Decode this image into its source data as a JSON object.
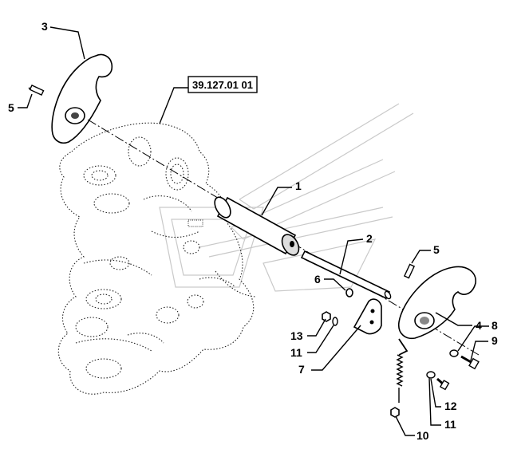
{
  "reference_box": {
    "label": "39.127.01 01"
  },
  "callouts": [
    {
      "id": "c1",
      "label": "1"
    },
    {
      "id": "c2",
      "label": "2"
    },
    {
      "id": "c3",
      "label": "3"
    },
    {
      "id": "c4",
      "label": "4"
    },
    {
      "id": "c5a",
      "label": "5"
    },
    {
      "id": "c5b",
      "label": "5"
    },
    {
      "id": "c6",
      "label": "6"
    },
    {
      "id": "c7",
      "label": "7"
    },
    {
      "id": "c8",
      "label": "8"
    },
    {
      "id": "c9",
      "label": "9"
    },
    {
      "id": "c10",
      "label": "10"
    },
    {
      "id": "c11a",
      "label": "11"
    },
    {
      "id": "c11b",
      "label": "11"
    },
    {
      "id": "c12",
      "label": "12"
    },
    {
      "id": "c13",
      "label": "13"
    }
  ]
}
